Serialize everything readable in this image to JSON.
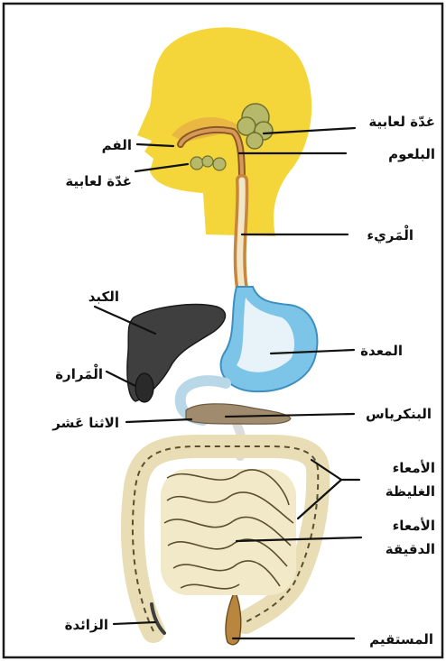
{
  "labels": {
    "salivary_gland_upper": "غدّة لعابية",
    "pharynx": "البلعوم",
    "mouth": "الفم",
    "salivary_gland_lower": "غدّة لعابية",
    "esophagus": "الْمَريء",
    "liver": "الكبد",
    "stomach": "المعدة",
    "gallbladder": "الْمَرارة",
    "pancreas": "البنكرياس",
    "duodenum": "الاثنا عَشر",
    "large_intestine_line1": "الأمعاء",
    "large_intestine_line2": "الغليظة",
    "small_intestine_line1": "الأمعاء",
    "small_intestine_line2": "الدقيقة",
    "appendix": "الزائدة",
    "rectum": "المستقيم"
  },
  "colors": {
    "head": "#f4d53a",
    "liver": "#3f3f3f",
    "stomach": "#7cc4e8",
    "pancreas": "#a08b6e",
    "intestine": "#e8ddb5",
    "intestine_edge": "#5a5030",
    "gland": "#b6b86a",
    "esophagus": "#c8863a"
  }
}
